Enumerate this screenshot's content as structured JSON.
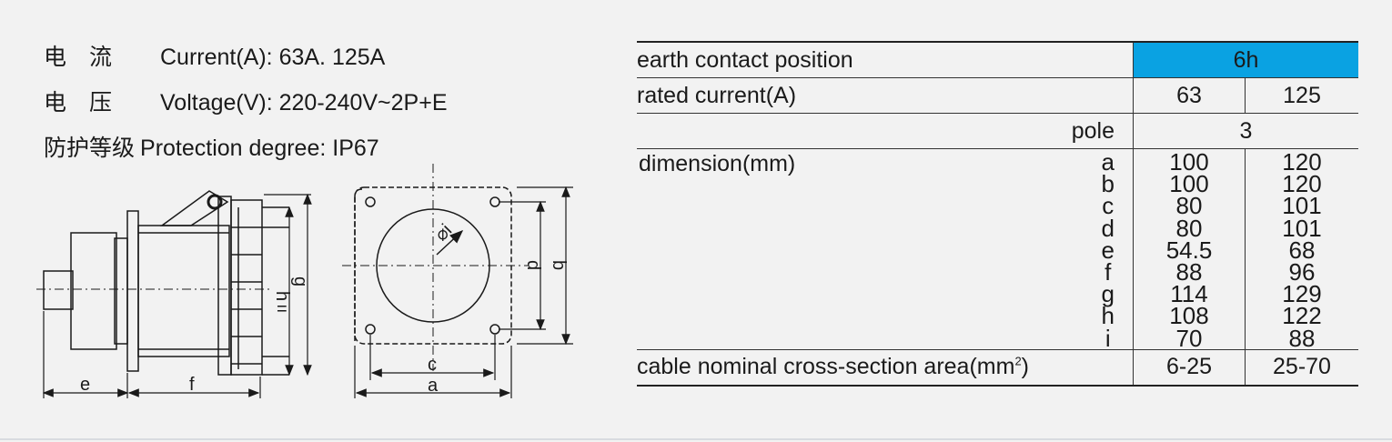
{
  "specs": [
    {
      "cn": "电　流",
      "en": "Current(A): 63A. 125A"
    },
    {
      "cn": "电　压",
      "en": "Voltage(V): 220-240V~2P+E"
    },
    {
      "cn": "防护等级",
      "en": "Protection degree: IP67"
    }
  ],
  "drawing_labels": {
    "e": "e",
    "f": "f",
    "g": "g",
    "h": "h",
    "i": "i",
    "a": "a",
    "b": "b",
    "c": "c",
    "d": "d"
  },
  "table": {
    "earth_label": "earth contact position",
    "earth_value": "6h",
    "rated_label": "rated current(A)",
    "rated_values": [
      "63",
      "125"
    ],
    "pole_label": "pole",
    "pole_value": "3",
    "dimension_label": "dimension(mm)",
    "dim_letters": [
      "a",
      "b",
      "c",
      "d",
      "e",
      "f",
      "g",
      "h",
      "i"
    ],
    "dim_63": [
      "100",
      "100",
      "80",
      "80",
      "54.5",
      "88",
      "114",
      "108",
      "70"
    ],
    "dim_125": [
      "120",
      "120",
      "101",
      "101",
      "68",
      "96",
      "129",
      "122",
      "88"
    ],
    "cable_label": "cable nominal cross-section area(mm",
    "cable_sup": "2",
    "cable_suffix": ")",
    "cable_values": [
      "6-25",
      "25-70"
    ]
  },
  "colors": {
    "highlight": "#0aa2e2",
    "background": "#f2f2f2"
  }
}
